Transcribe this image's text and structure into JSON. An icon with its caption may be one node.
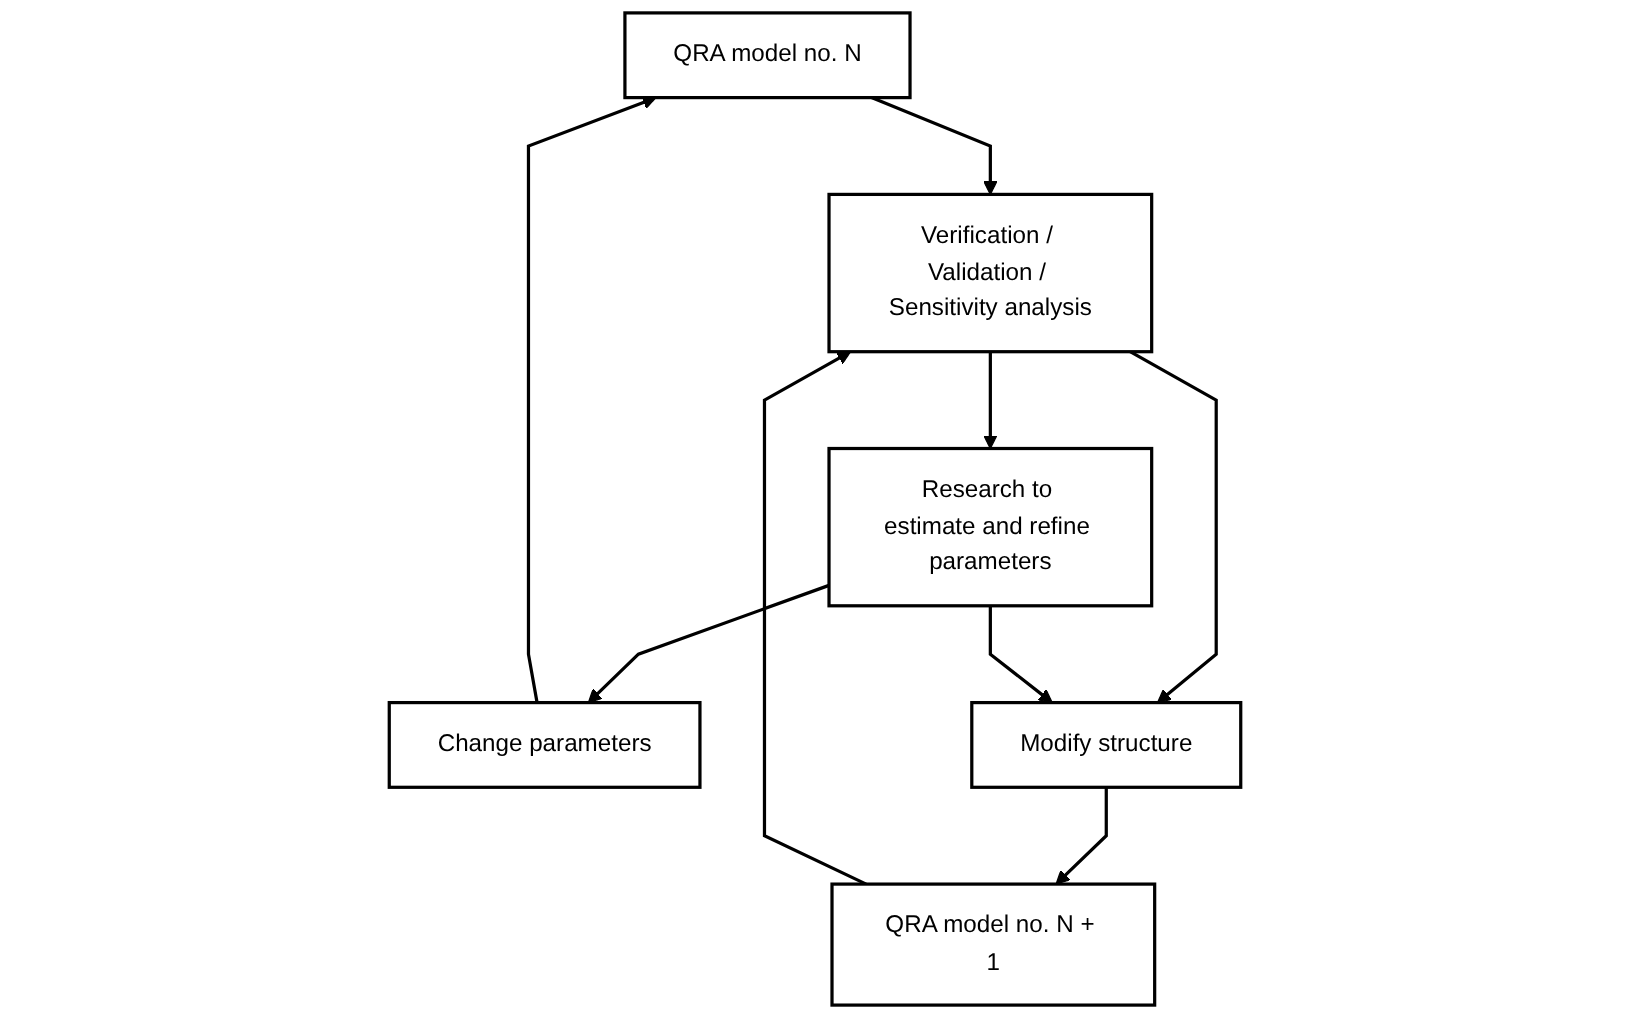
{
  "diagram": {
    "nodes": [
      {
        "text": [
          "QRA model no. N"
        ]
      },
      {
        "text": [
          "Verification / Validation / Sensitivity analysis"
        ]
      },
      {
        "text": [
          "QRA model no. N + 1"
        ]
      },
      {
        "text": [
          "Change parameters"
        ]
      },
      {
        "text": [
          "Modify structure"
        ]
      },
      {
        "text": [
          "Research to estimate and refine parameters"
        ]
      }
    ],
    "edges": [
      {
        "from": 0,
        "to": 1,
        "arrow": "to"
      },
      {
        "from": 2,
        "to": 1,
        "arrow": "to"
      },
      {
        "from": 3,
        "to": 0,
        "arrow": "to"
      },
      {
        "from": 1,
        "to": 5,
        "arrow": "to"
      },
      {
        "from": 1,
        "to": 4,
        "arrow": "to"
      },
      {
        "from": 4,
        "to": 2,
        "arrow": "to"
      },
      {
        "from": 5,
        "to": 3,
        "arrow": "to"
      },
      {
        "from": 5,
        "to": 4,
        "arrow": "to"
      }
    ]
  }
}
